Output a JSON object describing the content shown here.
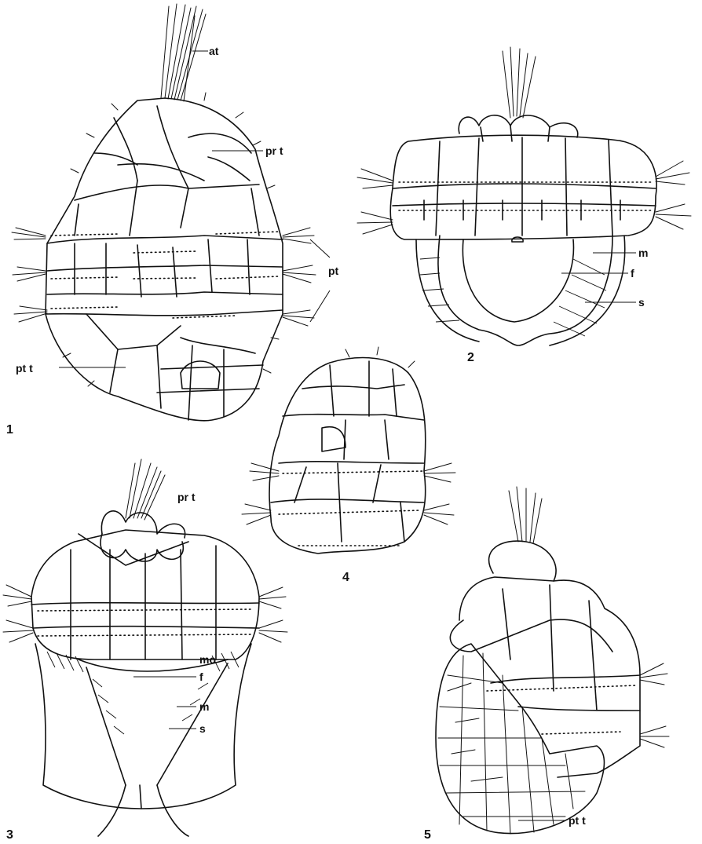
{
  "figures": [
    {
      "number": "1",
      "labels": [
        "at",
        "pr t",
        "pt",
        "pt t"
      ]
    },
    {
      "number": "2",
      "labels": [
        "m",
        "f",
        "s"
      ]
    },
    {
      "number": "3",
      "labels": [
        "pr t",
        "mo",
        "f",
        "m",
        "s"
      ]
    },
    {
      "number": "4",
      "labels": []
    },
    {
      "number": "5",
      "labels": [
        "pt t"
      ]
    }
  ]
}
